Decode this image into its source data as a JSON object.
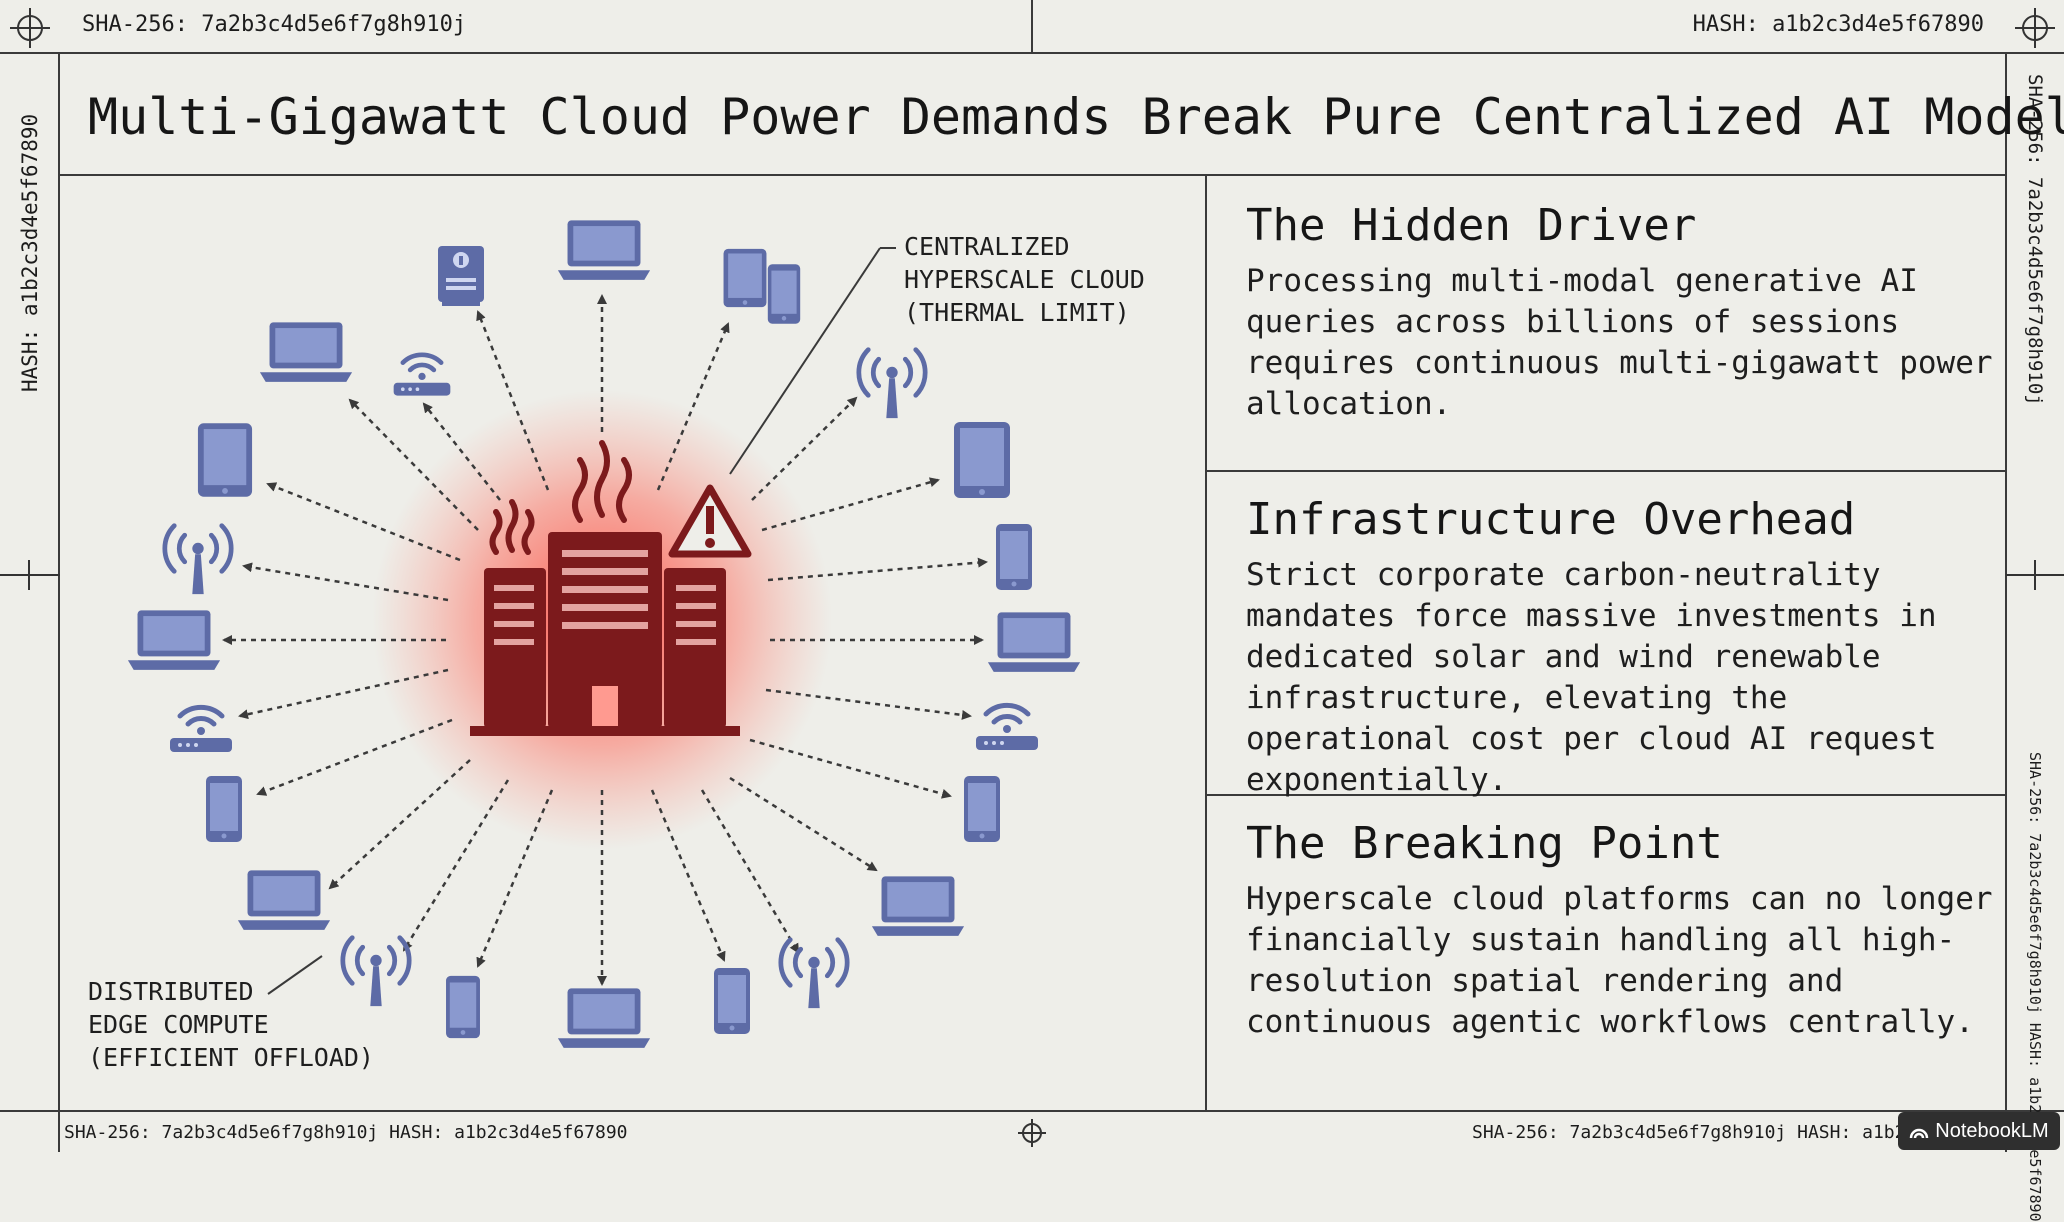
{
  "header": {
    "hash_left": "SHA-256: 7a2b3c4d5e6f7g8h910j",
    "hash_right": "HASH: a1b2c3d4e5f67890"
  },
  "side": {
    "left": "HASH: a1b2c3d4e5f67890",
    "right_top": "SHA-256: 7a2b3c4d5e6f7g8h910j",
    "right_bottom": "SHA-256: 7a2b3c4d5e6f7g8h910j HASH: a1b2c3d4e5f67890"
  },
  "footer": {
    "hash_left": "SHA-256: 7a2b3c4d5e6f7g8h910j HASH: a1b2c3d4e5f67890",
    "hash_right": "SHA-256: 7a2b3c4d5e6f7g8h910j HASH: a1b2c3",
    "badge": "NotebookLM"
  },
  "title": "Multi-Gigawatt Cloud Power Demands Break Pure Centralized AI Models",
  "diagram": {
    "center_label": "CENTRALIZED\nHYPERSCALE CLOUD\n(THERMAL LIMIT)",
    "edge_label": "DISTRIBUTED\nEDGE COMPUTE\n(EFFICIENT OFFLOAD)",
    "colors": {
      "server": "#7c1a1c",
      "glow": "#ff3b30",
      "device": "#5d6ba6",
      "arrow": "#3a3a3a"
    },
    "icons": [
      "server-building-icon",
      "heat-waves-icon",
      "warning-icon",
      "laptop-icon",
      "tablet-icon",
      "smartphone-icon",
      "antenna-icon",
      "router-icon",
      "info-kiosk-icon"
    ]
  },
  "panels": [
    {
      "title": "The Hidden Driver",
      "body": "Processing multi-modal generative AI queries across billions of sessions requires continuous multi-gigawatt power allocation."
    },
    {
      "title": "Infrastructure Overhead",
      "body": "Strict corporate carbon-neutrality mandates force massive investments in dedicated solar and wind renewable infrastructure, elevating the operational cost per cloud AI request exponentially."
    },
    {
      "title": "The Breaking Point",
      "body": "Hyperscale cloud platforms can no longer financially sustain handling all high-resolution spatial rendering and continuous agentic workflows centrally."
    }
  ]
}
